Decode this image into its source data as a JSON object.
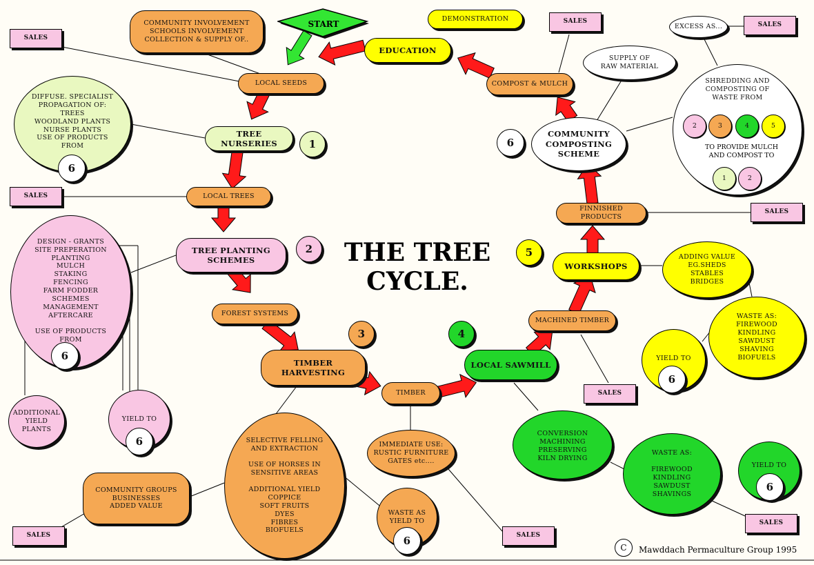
{
  "title": "THE TREE\nCYCLE.",
  "copyright_symbol": "C",
  "credit": "Mawddach Permaculture Group 1995",
  "start": "START",
  "nodes": {
    "demonstration": "DEMONSTRATION",
    "education": "EDUCATION",
    "community": "COMMUNITY INVOLVEMENT\nSCHOOLS INVOLVEMENT\nCOLLECTION & SUPPLY OF..",
    "local_seeds": "LOCAL SEEDS",
    "diffuse": "DIFFUSE. SPECIALIST\nPROPAGATION OF:\nTREES\nWOODLAND PLANTS\nNURSE PLANTS\nUSE OF PRODUCTS\nFROM",
    "tree_nurseries": "TREE NURSERIES",
    "local_trees": "LOCAL TREES",
    "design": "DESIGN - GRANTS\nSITE PREPERATION\nPLANTING\nMULCH\nSTAKING\nFENCING\nFARM FODDER\nSCHEMES\nMANAGEMENT\nAFTERCARE\n\nUSE OF PRODUCTS\nFROM",
    "tree_planting": "TREE PLANTING\nSCHEMES",
    "forest_systems": "FOREST SYSTEMS",
    "additional_yield_plants": "ADDITIONAL\nYIELD\nPLANTS",
    "yield_to": "YIELD TO",
    "timber_harvesting": "TIMBER\nHARVESTING",
    "timber": "TIMBER",
    "selective": "SELECTIVE FELLING\nAND EXTRACTION\n\nUSE OF HORSES IN\nSENSITIVE AREAS\n\nADDITIONAL YIELD\nCOPPICE\nSOFT FRUITS\nDYES\nFIBRES\nBIOFUELS",
    "community_groups": "COMMUNITY GROUPS\nBUSINESSES\nADDED VALUE",
    "immediate_use": "IMMEDIATE USE:\nRUSTIC FURNITURE\nGATES etc....",
    "waste_yield_to": "WASTE AS\nYIELD TO",
    "local_sawmill": "LOCAL SAWMILL",
    "conversion": "CONVERSION\nMACHINING\nPRESERVING\nKILN DRYING",
    "waste_as_shavings": "WASTE AS:\n\nFIREWOOD\nKINDLING\nSAWDUST\nSHAVINGS",
    "machined_timber": "MACHINED TIMBER",
    "workshops": "WORKSHOPS",
    "adding_value": "ADDING VALUE\nEG.SHEDS\nSTABLES\nBRIDGES",
    "waste_as_biofuels": "WASTE AS:\nFIREWOOD\nKINDLING\nSAWDUST\nSHAVING\nBIOFUELS",
    "finnished_products": "FINNISHED PRODUCTS",
    "composting_scheme": "COMMUNITY\nCOMPOSTING\nSCHEME",
    "compost_mulch": "COMPOST & MULCH",
    "supply_raw": "SUPPLY OF\nRAW MATERIAL",
    "excess": "EXCESS AS...",
    "shredding": "SHREDDING AND\nCOMPOSTING OF\nWASTE FROM",
    "provide_mulch": "TO PROVIDE MULCH\nAND COMPOST TO"
  },
  "sales_label": "SALES",
  "numbers": {
    "one": "1",
    "two": "2",
    "three": "3",
    "four": "4",
    "five": "5",
    "six": "6"
  },
  "colors": {
    "arrow": "#ff1a1a",
    "start_arrow": "#33e633",
    "orange": "#f5a853",
    "pink": "#f9c6e3",
    "green": "#22d62a",
    "yellow": "#ffff00",
    "lime": "#e9f8c0"
  }
}
